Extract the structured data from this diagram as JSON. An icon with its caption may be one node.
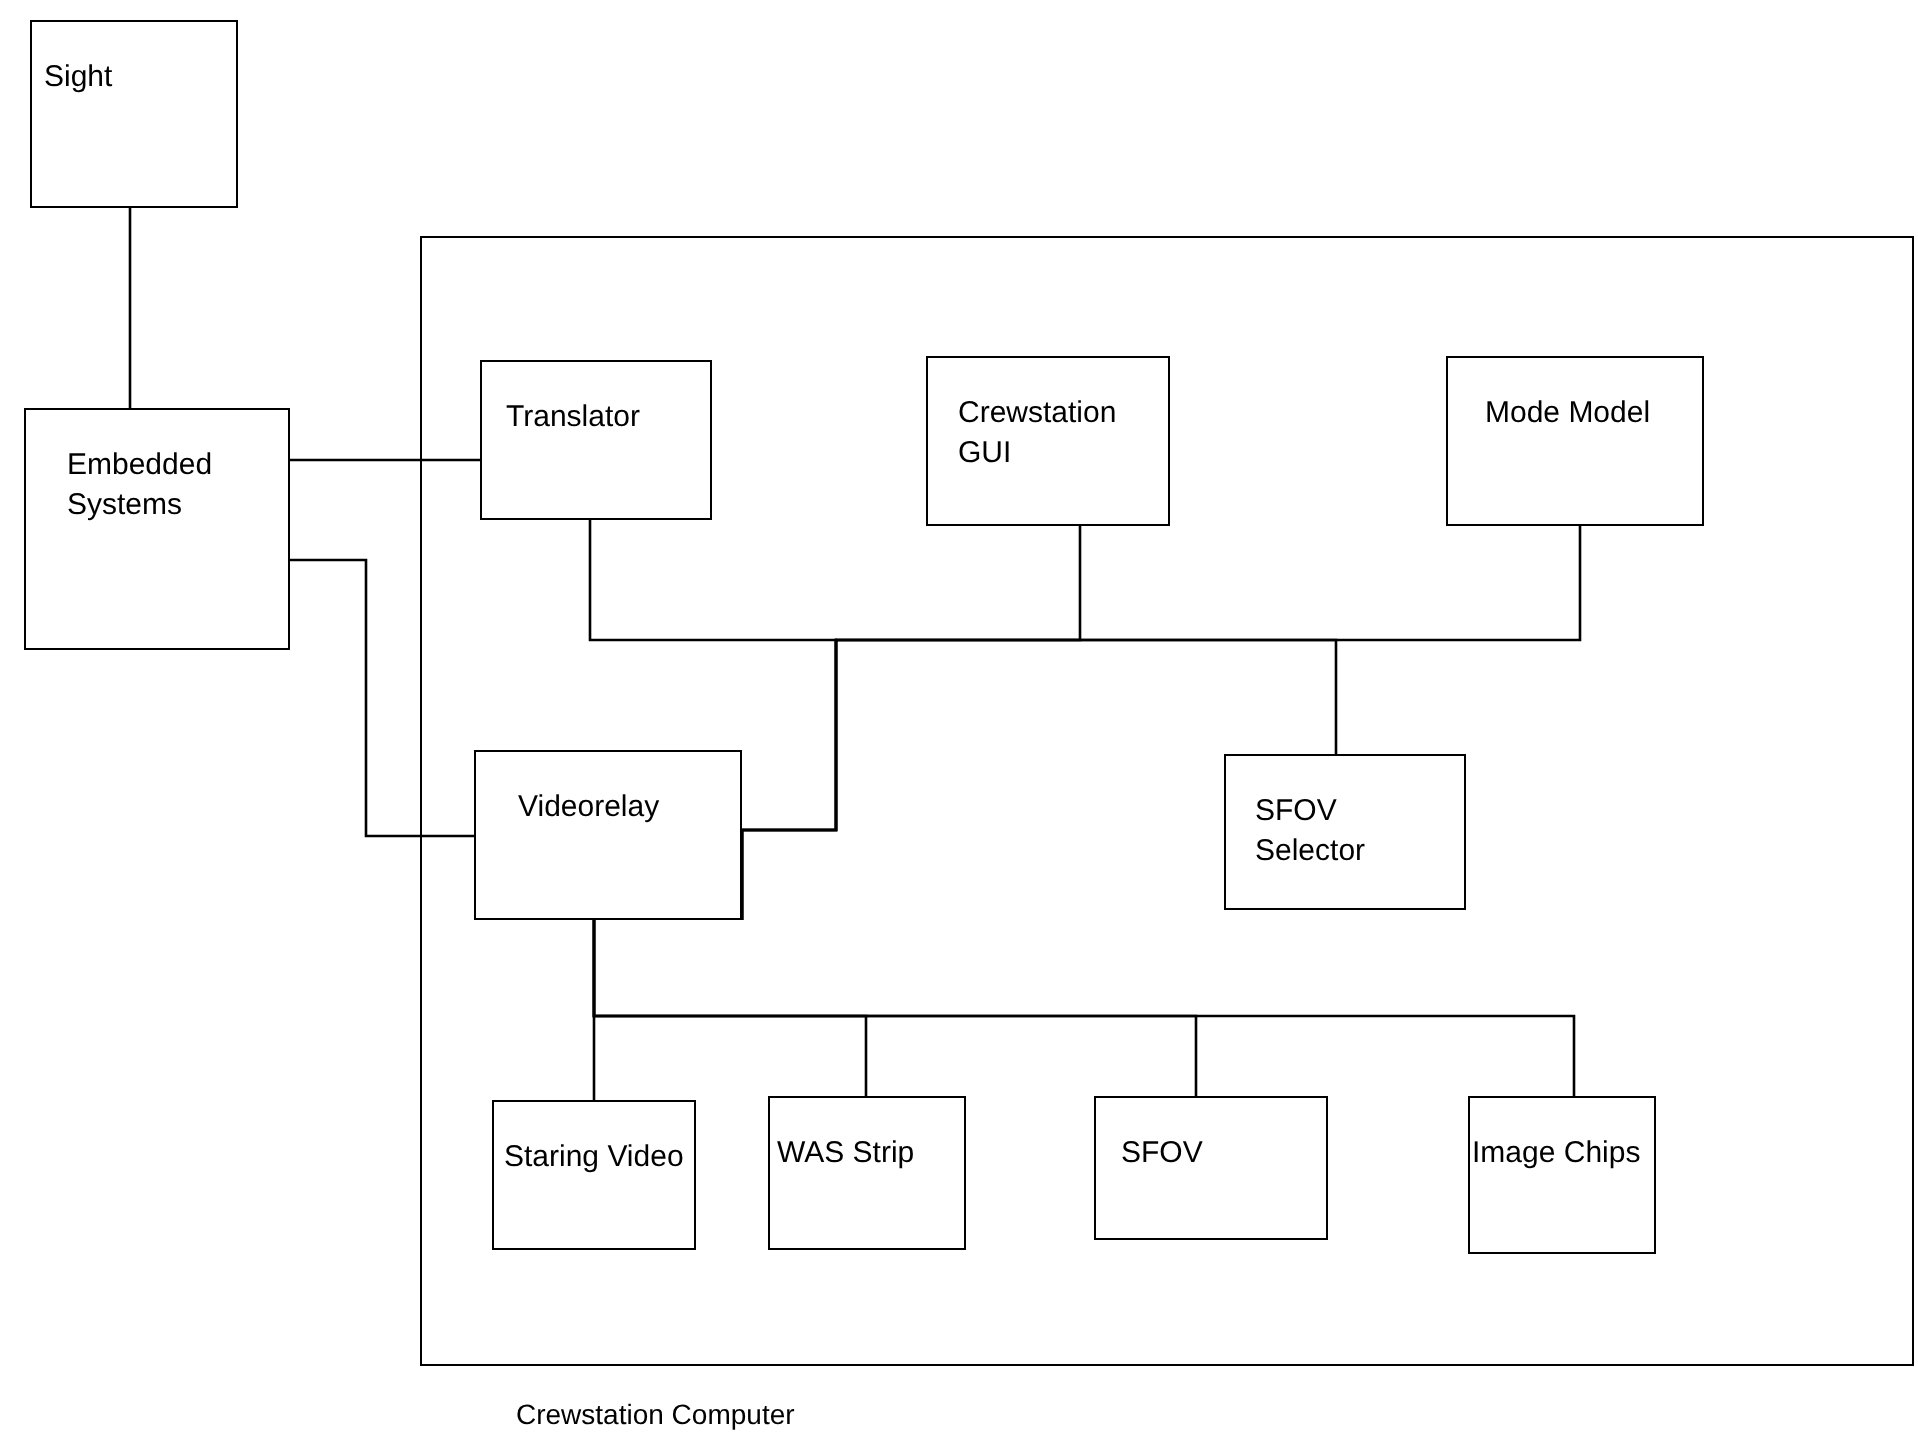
{
  "diagram": {
    "nodes": [
      {
        "text": [
          "Sight"
        ]
      },
      {
        "text": [
          "Embedded Systems"
        ]
      },
      {
        "text": [
          "Crewstation Computer"
        ]
      },
      {
        "text": [
          "Translator"
        ],
        "in": 2
      },
      {
        "text": [
          "Crewstation GUI"
        ],
        "in": 2
      },
      {
        "text": [
          "Mode Model"
        ],
        "in": 2
      },
      {
        "text": [
          "Videorelay"
        ],
        "in": 2
      },
      {
        "text": [
          "SFOV Selector"
        ],
        "in": 2
      },
      {
        "text": [
          "Staring Video"
        ],
        "in": 2
      },
      {
        "text": [
          "WAS Strip"
        ],
        "in": 2
      },
      {
        "text": [
          "SFOV"
        ],
        "in": 2
      },
      {
        "text": [
          "Image Chips"
        ],
        "in": 2
      }
    ],
    "edges": [
      {
        "from": 0,
        "to": 1,
        "arrow": "none"
      },
      {
        "from": 1,
        "to": 3,
        "arrow": "none"
      },
      {
        "from": 1,
        "to": 6,
        "arrow": "none"
      },
      {
        "from": 6,
        "to": 3,
        "arrow": "none"
      },
      {
        "from": 6,
        "to": 4,
        "arrow": "none"
      },
      {
        "from": 6,
        "to": 5,
        "arrow": "none"
      },
      {
        "from": 6,
        "to": 7,
        "arrow": "none"
      },
      {
        "from": 6,
        "to": 8,
        "arrow": "none"
      },
      {
        "from": 6,
        "to": 9,
        "arrow": "none"
      },
      {
        "from": 6,
        "to": 10,
        "arrow": "none"
      },
      {
        "from": 6,
        "to": 11,
        "arrow": "none"
      }
    ]
  }
}
